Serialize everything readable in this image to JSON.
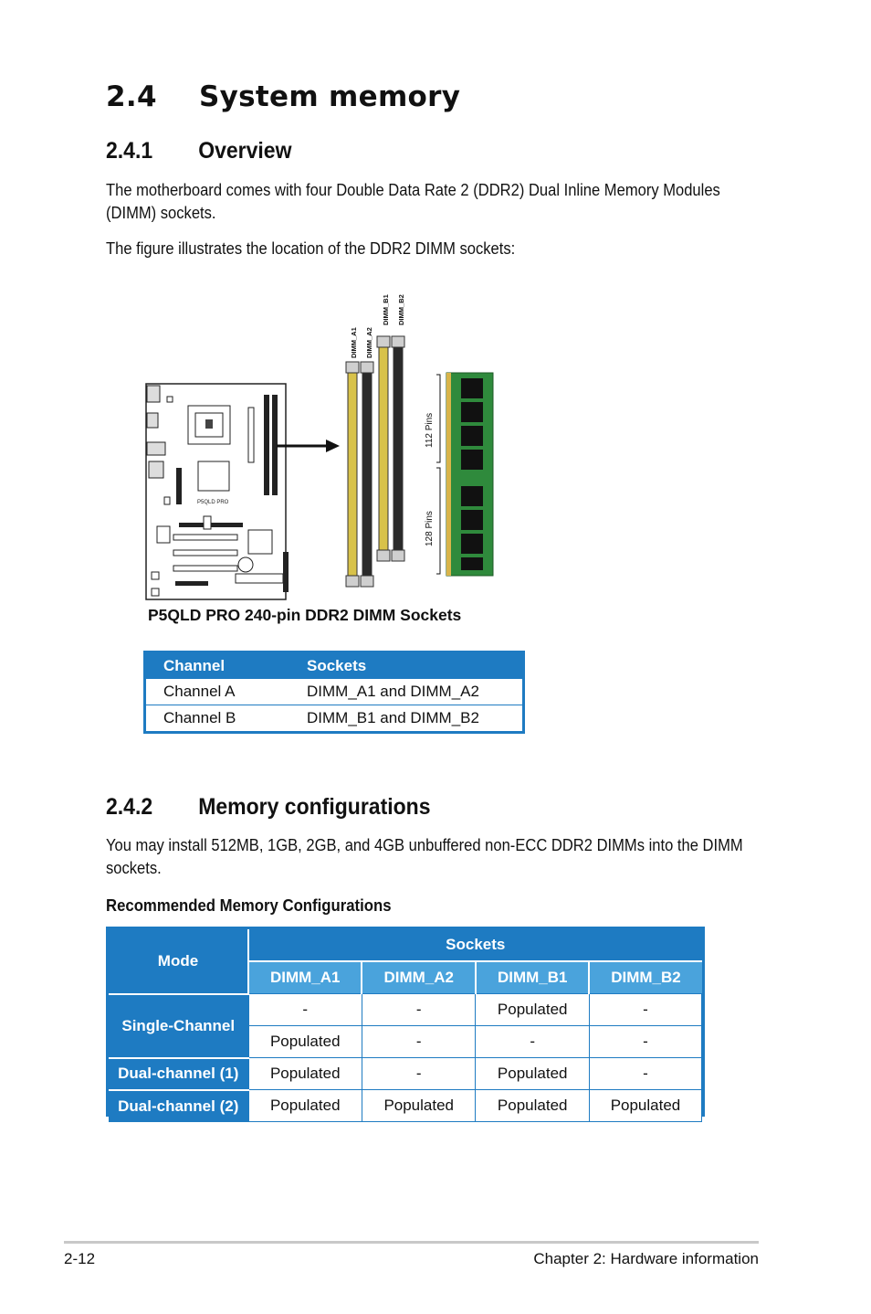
{
  "section": {
    "number": "2.4",
    "title": "System memory"
  },
  "overview": {
    "number": "2.4.1",
    "title": "Overview",
    "para1": "The motherboard comes with four Double Data Rate 2 (DDR2) Dual Inline Memory Modules (DIMM) sockets.",
    "para2": "The figure illustrates the location of the DDR2 DIMM sockets:"
  },
  "figure": {
    "caption": "P5QLD PRO 240-pin DDR2 DIMM Sockets",
    "board_label": "P5QLD PRO",
    "slot_labels": [
      "DIMM_A1",
      "DIMM_A2",
      "DIMM_B1",
      "DIMM_B2"
    ],
    "pins_top": "112 Pins",
    "pins_bottom": "128 Pins"
  },
  "channel_table": {
    "headers": [
      "Channel",
      "Sockets"
    ],
    "rows": [
      [
        "Channel A",
        "DIMM_A1 and DIMM_A2"
      ],
      [
        "Channel B",
        "DIMM_B1 and DIMM_B2"
      ]
    ]
  },
  "memconfig": {
    "number": "2.4.2",
    "title": "Memory configurations",
    "para": "You may install 512MB, 1GB, 2GB, and 4GB unbuffered non-ECC DDR2 DIMMs into the DIMM sockets.",
    "table_title": "Recommended Memory Configurations"
  },
  "config_table": {
    "mode_header": "Mode",
    "sockets_header": "Sockets",
    "slots": [
      "DIMM_A1",
      "DIMM_A2",
      "DIMM_B1",
      "DIMM_B2"
    ],
    "single_channel": "Single-Channel",
    "single_rows": [
      [
        "-",
        "-",
        "Populated",
        "-"
      ],
      [
        "Populated",
        "-",
        "-",
        "-"
      ]
    ],
    "dual1_label": "Dual-channel (1)",
    "dual1_row": [
      "Populated",
      "-",
      "Populated",
      "-"
    ],
    "dual2_label": "Dual-channel (2)",
    "dual2_row": [
      "Populated",
      "Populated",
      "Populated",
      "Populated"
    ]
  },
  "footer": {
    "page": "2-12",
    "chapter": "Chapter 2: Hardware information"
  },
  "colors": {
    "table_blue": "#1e7bc2",
    "slot_blue": "#4aa3dc",
    "dimm_green": "#2f8a3c",
    "slot_yellow": "#d8c24a"
  }
}
